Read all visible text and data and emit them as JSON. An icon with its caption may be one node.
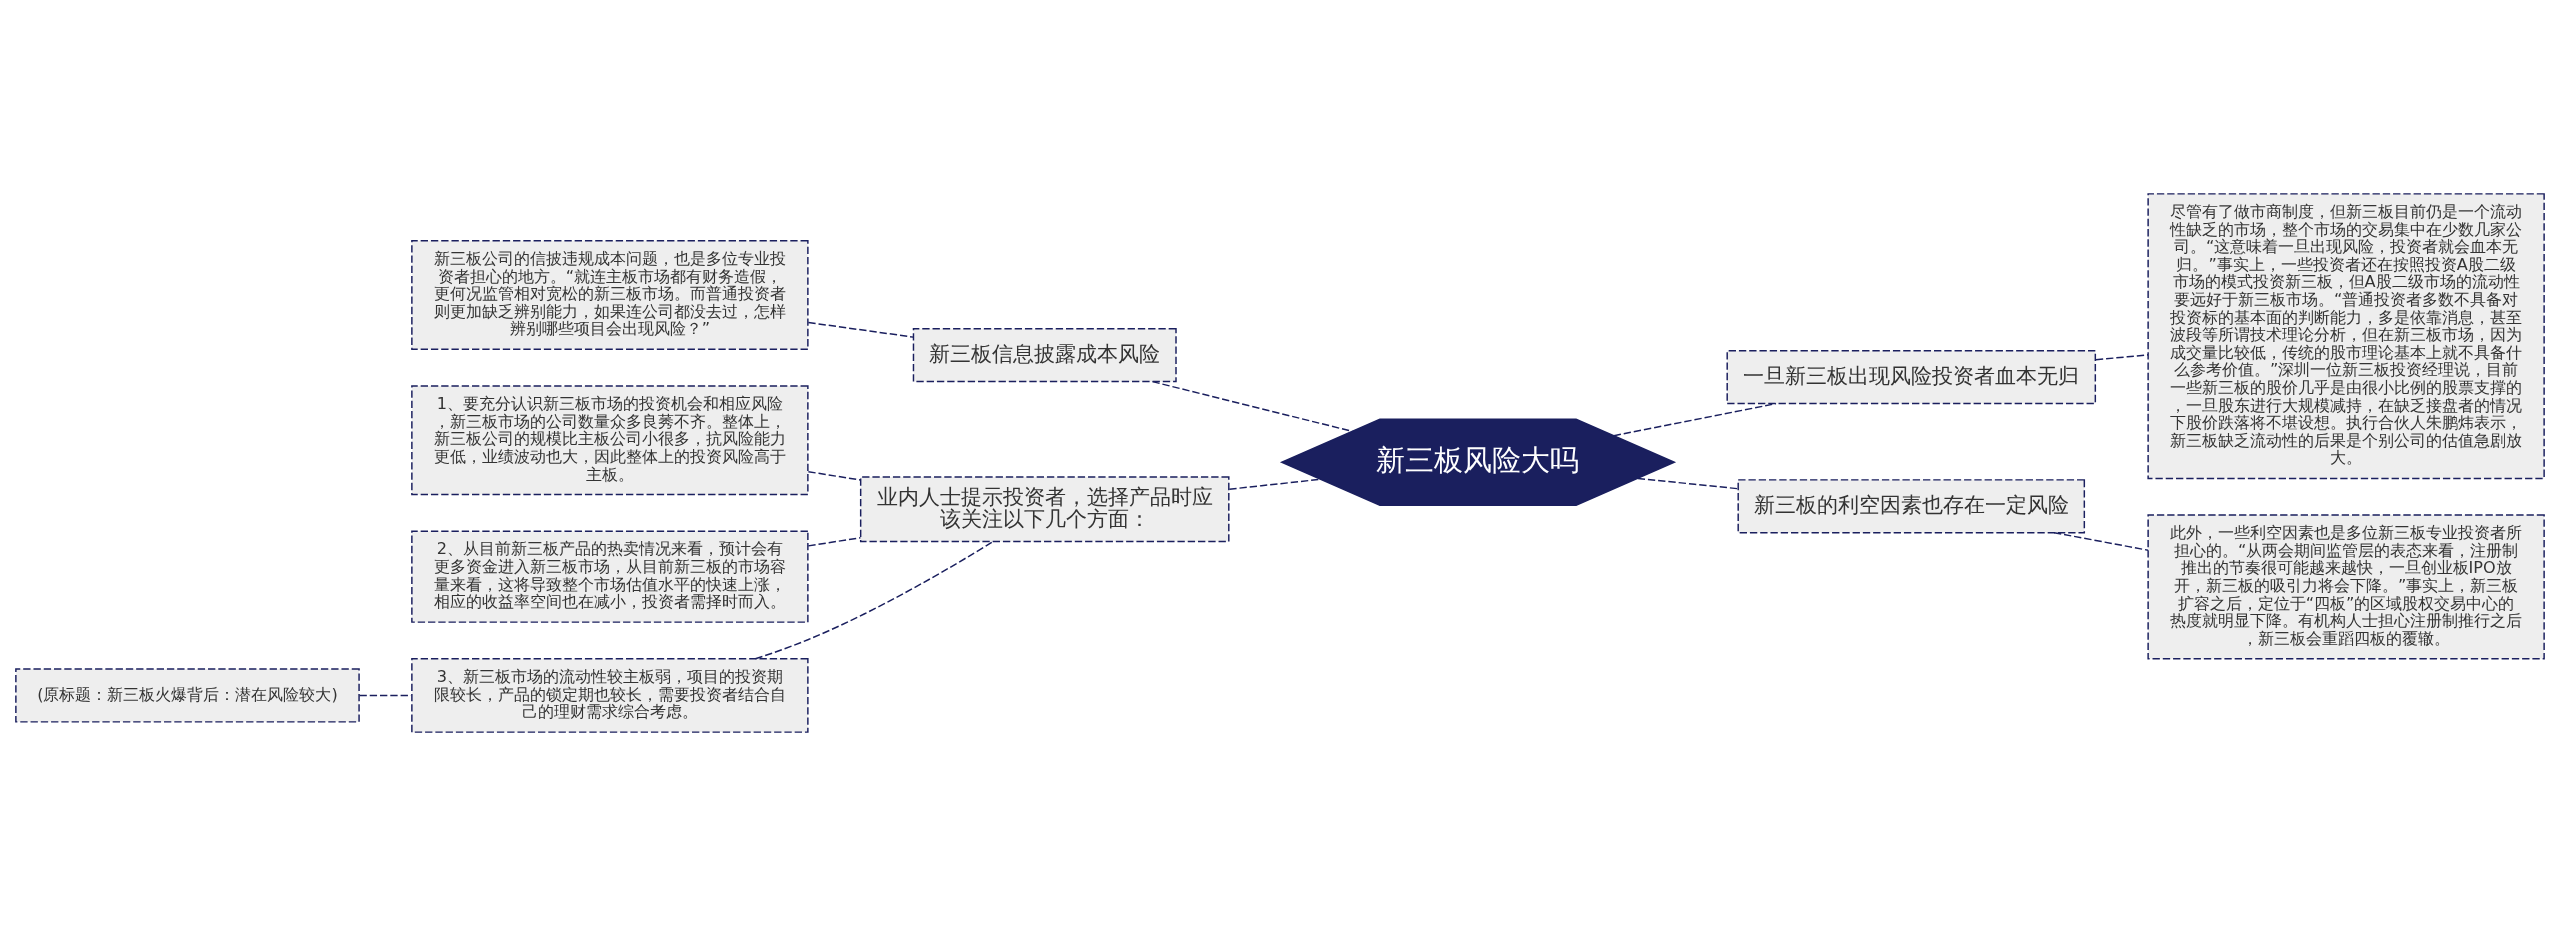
{
  "diagram": {
    "nodes": [
      {
        "text": [
          "新三板风险大吗"
        ]
      },
      {
        "text": [
          "新三板信息披露成本风险"
        ]
      },
      {
        "text": [
          "新三板公司的信披违规成本问题，也是多位专业投资者担心的地方。“就连主板市场都有财务造假，更何况监管相对宽松的新三板市场。而普通投资者则更加缺乏辨别能力，如果连公司都没去过，怎样辨别哪些项目会出现风险？”"
        ]
      },
      {
        "text": [
          "业内人士提示投资者，选择产品时应该关注以下几个方面："
        ]
      },
      {
        "text": [
          "1、要充分认识新三板市场的投资机会和相应风险，新三板市场的公司数量众多良莠不齐。整体上，新三板公司的规模比主板公司小很多，抗风险能力更低，业绩波动也大，因此整体上的投资风险高于主板。"
        ]
      },
      {
        "text": [
          "2、从目前新三板产品的热卖情况来看，预计会有更多资金进入新三板市场，从目前新三板的市场容量来看，这将导致整个市场估值水平的快速上涨，相应的收益率空间也在减小，投资者需择时而入。"
        ]
      },
      {
        "text": [
          "3、新三板市场的流动性较主板弱，项目的投资期限较长，产品的锁定期也较长，需要投资者结合自己的理财需求综合考虑。"
        ]
      },
      {
        "text": [
          "(原标题：新三板火爆背后：潜在风险较大)"
        ]
      },
      {
        "text": [
          "一旦新三板出现风险投资者血本无归"
        ]
      },
      {
        "text": [
          "尽管有了做市商制度，但新三板目前仍是一个流动性缺乏的市场，整个市场的交易集中在少数几家公司。“这意味着一旦出现风险，投资者就会血本无归。”事实上，一些投资者还在按照投资A股二级市场的模式投资新三板，但A股二级市场的流动性要远好于新三板市场。“普通投资者多数不具备对投资标的基本面的判断能力，多是依靠消息，甚至波段等所谓技术理论分析，但在新三板市场，因为成交量比较低，传统的股市理论基本上就不具备什么参考价值。”深圳一位新三板投资经理说，目前一些新三板的股价几乎是由很小比例的股票支撑的，一旦股东进行大规模减持，在缺乏接盘者的情况下股价跌落将不堪设想。执行合伙人朱鹏炜表示，新三板缺乏流动性的后果是个别公司的估值急剧放大。"
        ]
      },
      {
        "text": [
          "新三板的利空因素也存在一定风险"
        ]
      },
      {
        "text": [
          "此外，一些利空因素也是多位新三板专业投资者所担心的。“从两会期间监管层的表态来看，注册制推出的节奏很可能越来越快，一旦创业板IPO放开，新三板的吸引力将会下降。”事实上，新三板扩容之后，定位于“四板”的区域股权交易中心的热度就明显下降。有机构人士担心注册制推行之后，新三板会重蹈四板的覆辙。"
        ]
      }
    ],
    "edges": [
      {
        "from": 1,
        "to": 0,
        "arrow": "none",
        "style": "dashed"
      },
      {
        "from": 2,
        "to": 1,
        "arrow": "none",
        "style": "dashed"
      },
      {
        "from": 3,
        "to": 0,
        "arrow": "none",
        "style": "dashed"
      },
      {
        "from": 4,
        "to": 3,
        "arrow": "none",
        "style": "dashed"
      },
      {
        "from": 5,
        "to": 3,
        "arrow": "none",
        "style": "dashed"
      },
      {
        "from": 6,
        "to": 3,
        "arrow": "none",
        "style": "dashed"
      },
      {
        "from": 7,
        "to": 6,
        "arrow": "none",
        "style": "dashed"
      },
      {
        "from": 0,
        "to": 8,
        "arrow": "none",
        "style": "dashed"
      },
      {
        "from": 8,
        "to": 9,
        "arrow": "none",
        "style": "dashed"
      },
      {
        "from": 0,
        "to": 10,
        "arrow": "none",
        "style": "dashed"
      },
      {
        "from": 10,
        "to": 11,
        "arrow": "none",
        "style": "dashed"
      }
    ]
  }
}
